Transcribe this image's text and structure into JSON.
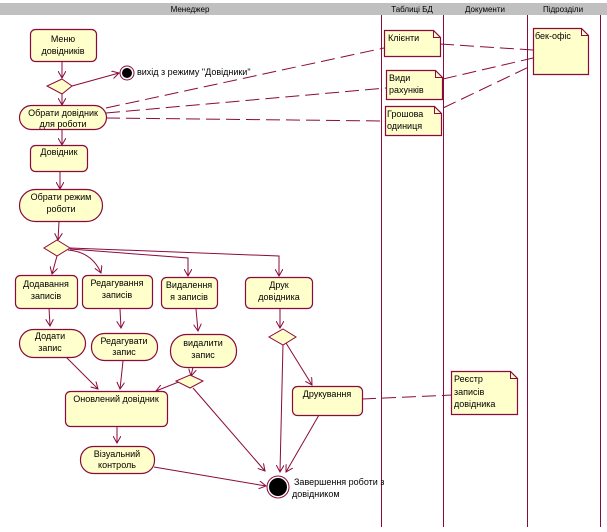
{
  "colors": {
    "line": "#8b0a3c",
    "fill": "#ffffcc",
    "header_bg": "#c0c0c0",
    "final_state": "#000000"
  },
  "swimlanes": [
    {
      "id": "manager",
      "title": "Менеджер"
    },
    {
      "id": "db_tables",
      "title": "Таблиці БД"
    },
    {
      "id": "documents",
      "title": "Документи"
    },
    {
      "id": "departments",
      "title": "Підрозділи"
    }
  ],
  "activities": {
    "menu": {
      "line1": "Меню",
      "line2": "довідників"
    },
    "choose_ref": {
      "line1": "Обрати довідник",
      "line2": "для роботи"
    },
    "reference": {
      "line1": "Довідник",
      "line2": ""
    },
    "choose_mode": {
      "line1": "Обрати режим",
      "line2": "роботи"
    },
    "adding": {
      "line1": "Додавання",
      "line2": "записів"
    },
    "editing": {
      "line1": "Редагування",
      "line2": "записів"
    },
    "deleting": {
      "line1": "Видалення",
      "line2": "я записів"
    },
    "print_ref": {
      "line1": "Друк",
      "line2": "довідника"
    },
    "add_record": {
      "line1": "Додати",
      "line2": "запис"
    },
    "edit_record": {
      "line1": "Редагувати",
      "line2": "запис"
    },
    "delete_record": {
      "line1": "видалити",
      "line2": "запис"
    },
    "updated_ref": {
      "line1": "Оновлений довідник"
    },
    "printing": {
      "line1": "Друкування"
    },
    "visual_control": {
      "line1": "Візуальний",
      "line2": "контроль"
    }
  },
  "final_states": {
    "exit_mode": {
      "label": "вихід з режиму \"Довідники\""
    },
    "end_work": {
      "line1": "Завершення роботи з",
      "line2": "довідником"
    }
  },
  "notes": {
    "clients": {
      "line1": "Клієнти"
    },
    "account_types": {
      "line1": "Види",
      "line2": "рахунків"
    },
    "currency": {
      "line1": "Грошова",
      "line2": "одиниця"
    },
    "back_office": {
      "line1": "бек-офіс"
    },
    "register": {
      "line1": "Реєстр",
      "line2": "записів",
      "line3": "довідника"
    }
  }
}
